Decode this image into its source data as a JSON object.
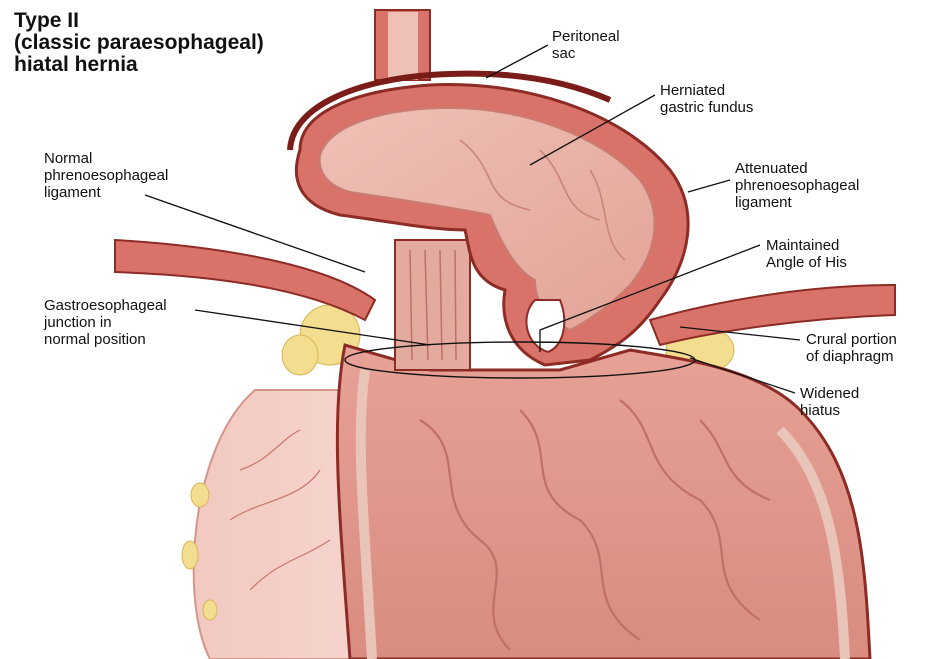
{
  "title": {
    "line1": "Type II",
    "line2": "(classic paraesophageal)",
    "line3": "hiatal hernia"
  },
  "labels": {
    "peritoneal_sac": [
      "Peritoneal",
      "sac"
    ],
    "herniated_fundus": [
      "Herniated",
      "gastric fundus"
    ],
    "normal_ligament": [
      "Normal",
      "phrenoesophageal",
      "ligament"
    ],
    "attenuated_ligament": [
      "Attenuated",
      "phrenoesophageal",
      "ligament"
    ],
    "angle_of_his": [
      "Maintained",
      "Angle of His"
    ],
    "ge_junction": [
      "Gastroesophageal",
      "junction in",
      "normal position"
    ],
    "crural_diaphragm": [
      "Crural portion",
      "of diaphragm"
    ],
    "widened_hiatus": [
      "Widened",
      "hiatus"
    ]
  },
  "colors": {
    "tissue_wall": "#d9736a",
    "tissue_dark": "#a8322c",
    "mucosa": "#e9a79c",
    "inner_pink": "#efc0b6",
    "fat": "#f3dd8e",
    "leader_line": "#111111"
  }
}
